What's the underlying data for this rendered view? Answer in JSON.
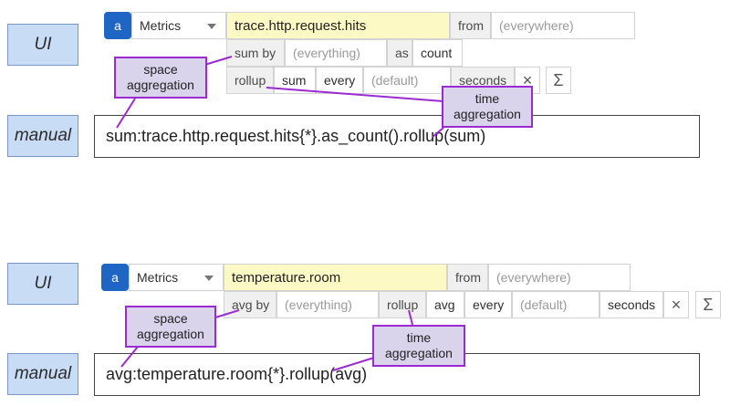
{
  "labels": {
    "ui": "UI",
    "manual": "manual"
  },
  "query1": {
    "badge": "a",
    "source": "Metrics",
    "metric": "trace.http.request.hits",
    "from_label": "from",
    "from_value": "(everywhere)",
    "space_agg_label": "sum by",
    "space_agg_value": "(everything)",
    "as_label": "as",
    "as_value": "count",
    "rollup_label": "rollup",
    "rollup_method": "sum",
    "every_label": "every",
    "every_value": "(default)",
    "unit": "seconds",
    "manual": "sum:trace.http.request.hits{*}.as_count().rollup(sum)"
  },
  "query2": {
    "badge": "a",
    "source": "Metrics",
    "metric": "temperature.room",
    "from_label": "from",
    "from_value": "(everywhere)",
    "space_agg_label": "avg by",
    "space_agg_value": "(everything)",
    "rollup_label": "rollup",
    "rollup_method": "avg",
    "every_label": "every",
    "every_value": "(default)",
    "unit": "seconds",
    "manual": "avg:temperature.room{*}.rollup(avg)"
  },
  "icons": {
    "close": "×",
    "sigma": "Σ"
  },
  "callouts": {
    "space": "space\naggregation",
    "time": "time\naggregation"
  },
  "colors": {
    "callout_border": "#9b2bd1",
    "callout_fill": "#d9d4ec",
    "side_label_fill": "#c9dcf5",
    "metric_fill": "#fdf9c4",
    "badge": "#1f66c4"
  }
}
